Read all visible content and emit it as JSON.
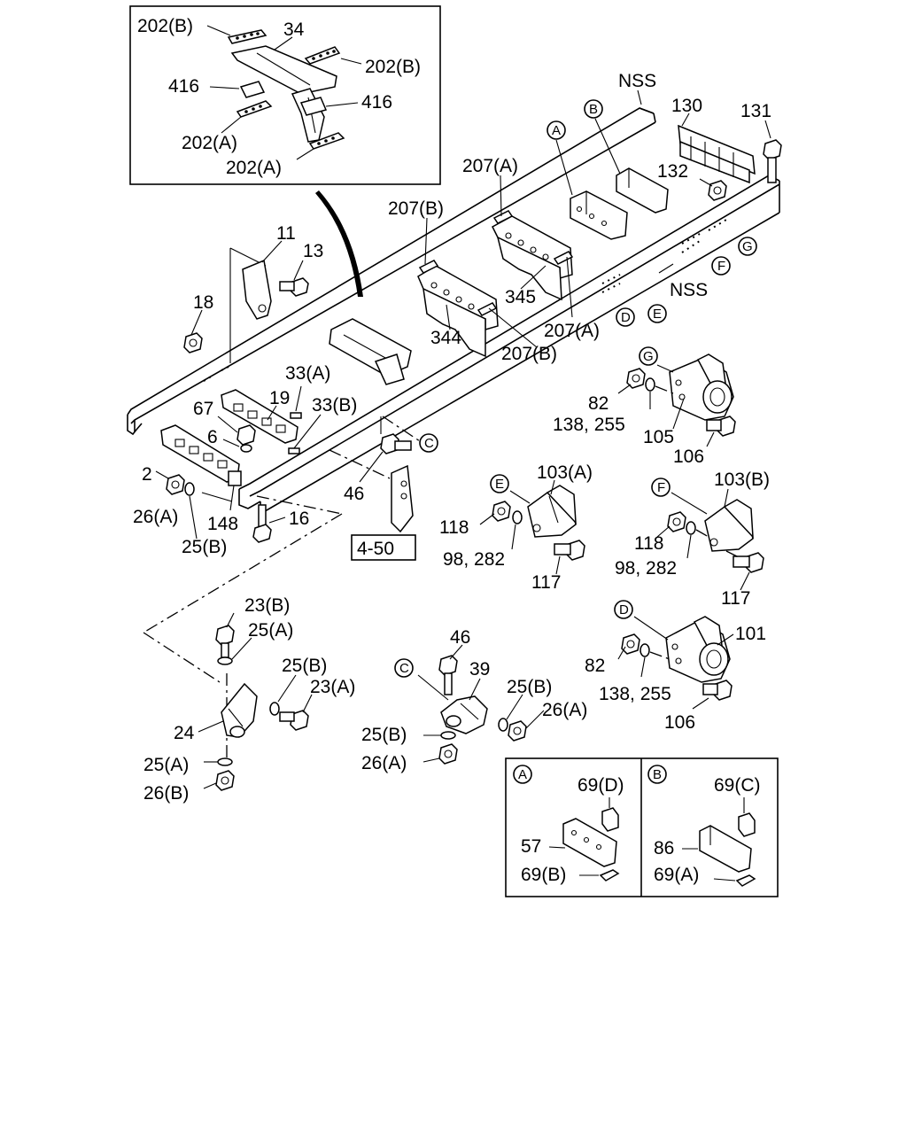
{
  "diagram": {
    "labels": {
      "l_202b_1": "202(B)",
      "l_34": "34",
      "l_202b_2": "202(B)",
      "l_416_1": "416",
      "l_416_2": "416",
      "l_202a_1": "202(A)",
      "l_202a_2": "202(A)",
      "l_nss_top": "NSS",
      "l_130": "130",
      "l_131": "131",
      "l_132": "132",
      "l_207a_1": "207(A)",
      "l_207b_1": "207(B)",
      "l_11": "11",
      "l_13": "13",
      "l_18": "18",
      "l_345": "345",
      "l_nss_mid": "NSS",
      "l_207a_2": "207(A)",
      "l_344": "344",
      "l_207b_2": "207(B)",
      "l_33a": "33(A)",
      "l_19": "19",
      "l_33b": "33(B)",
      "l_67": "67",
      "l_6": "6",
      "l_2": "2",
      "l_26a_1": "26(A)",
      "l_148": "148",
      "l_25b_1": "25(B)",
      "l_16": "16",
      "l_46_1": "46",
      "l_82_1": "82",
      "l_138_255_1": "138, 255",
      "l_105": "105",
      "l_106_1": "106",
      "l_103a": "103(A)",
      "l_118_1": "118",
      "l_98_282_1": "98, 282",
      "l_117_1": "117",
      "l_103b": "103(B)",
      "l_118_2": "118",
      "l_98_282_2": "98, 282",
      "l_117_2": "117",
      "l_23b": "23(B)",
      "l_25a_1": "25(A)",
      "l_25b_2": "25(B)",
      "l_23a": "23(A)",
      "l_24": "24",
      "l_25a_2": "25(A)",
      "l_26b": "26(B)",
      "l_46_2": "46",
      "l_39": "39",
      "l_25b_3": "25(B)",
      "l_26a_2": "26(A)",
      "l_25b_4": "25(B)",
      "l_26a_3": "26(A)",
      "l_82_2": "82",
      "l_101": "101",
      "l_138_255_2": "138, 255",
      "l_106_2": "106",
      "l_69d": "69(D)",
      "l_57": "57",
      "l_69b": "69(B)",
      "l_69c": "69(C)",
      "l_86": "86",
      "l_69a": "69(A)"
    },
    "ref_box": "4-50",
    "circles": {
      "c_a_main": "A",
      "c_b_main": "B",
      "c_g_main": "G",
      "c_f_main": "F",
      "c_e_main": "E",
      "c_d_main": "D",
      "c_c_main": "C",
      "c_g_part": "G",
      "c_e_part": "E",
      "c_f_part": "F",
      "c_d_part": "D",
      "c_c_part": "C",
      "c_a_inset": "A",
      "c_b_inset": "B"
    }
  }
}
